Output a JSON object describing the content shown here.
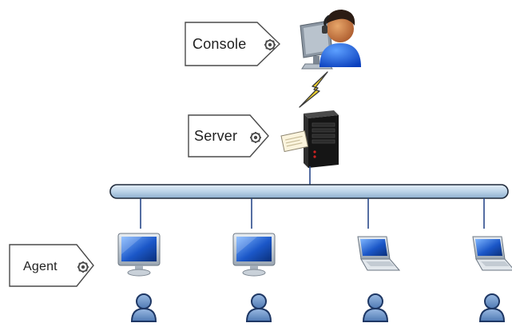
{
  "labels": {
    "console": "Console",
    "server": "Server",
    "agent": "Agent"
  },
  "icons": {
    "console_operator": "operator-workstation-icon",
    "link": "lightning-bolt-icon",
    "server": "server-tower-icon",
    "document": "document-icon",
    "network_bus": "network-bus",
    "desktop": "desktop-monitor-icon",
    "laptop": "laptop-icon",
    "user": "user-icon",
    "gear": "gear-icon"
  },
  "colors": {
    "bus_fill": "#c6d9ea",
    "bus_stroke": "#1f2a3a",
    "connector": "#2a4a8a",
    "user_blue": "#6f96c8",
    "user_stroke": "#1e3764",
    "tag_stroke": "#4a4a4a"
  }
}
